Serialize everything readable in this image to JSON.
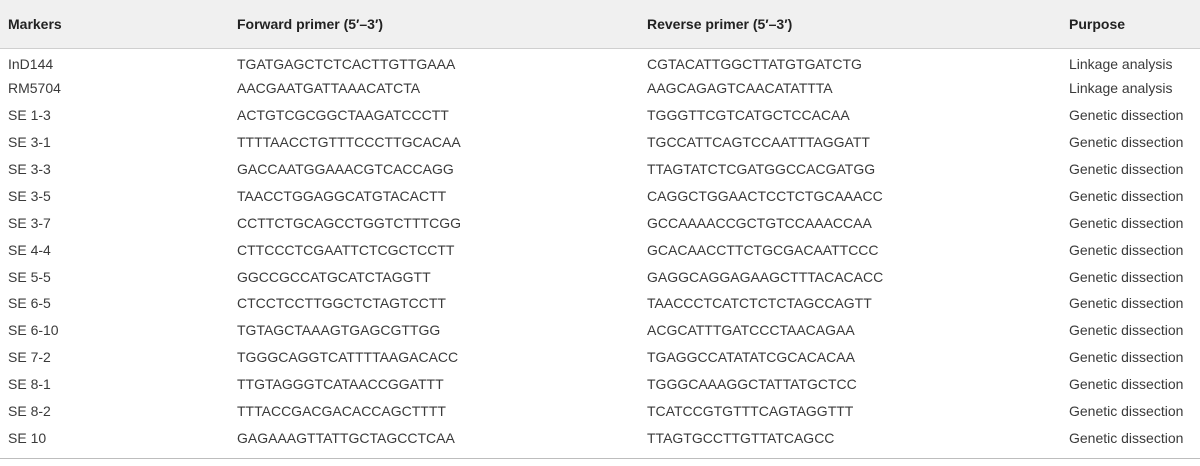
{
  "table": {
    "headers": [
      "Markers",
      "Forward primer (5′–3′)",
      "Reverse primer (5′–3′)",
      "Purpose"
    ],
    "rows": [
      [
        "InD144",
        "TGATGAGCTCTCACTTGTTGAAA",
        "CGTACATTGGCTTATGTGATCTG",
        "Linkage analysis"
      ],
      [
        "RM5704",
        "AACGAATGATTAAACATCTA",
        "AAGCAGAGTCAACATATTTA",
        "Linkage analysis"
      ],
      [
        "SE 1-3",
        "ACTGTCGCGGCTAAGATCCCTT",
        "TGGGTTCGTCATGCTCCACAA",
        "Genetic dissection"
      ],
      [
        "SE 3-1",
        "TTTTAACCTGTTTCCCTTGCACAA",
        "TGCCATTCAGTCCAATTTAGGATT",
        "Genetic dissection"
      ],
      [
        "SE 3-3",
        "GACCAATGGAAACGTCACCAGG",
        "TTAGTATCTCGATGGCCACGATGG",
        "Genetic dissection"
      ],
      [
        "SE 3-5",
        "TAACCTGGAGGCATGTACACTT",
        "CAGGCTGGAACTCCTCTGCAAACC",
        "Genetic dissection"
      ],
      [
        "SE 3-7",
        "CCTTCTGCAGCCTGGTCTTTCGG",
        "GCCAAAACCGCTGTCCAAACCAA",
        "Genetic dissection"
      ],
      [
        "SE 4-4",
        "CTTCCCTCGAATTCTCGCTCCTT",
        "GCACAACCTTCTGCGACAATTCCC",
        "Genetic dissection"
      ],
      [
        "SE 5-5",
        "GGCCGCCATGCATCTAGGTT",
        "GAGGCAGGAGAAGCTTTACACACC",
        "Genetic dissection"
      ],
      [
        "SE 6-5",
        "CTCCTCCTTGGCTCTAGTCCTT",
        "TAACCCTCATCTCTCTAGCCAGTT",
        "Genetic dissection"
      ],
      [
        "SE 6-10",
        "TGTAGCTAAAGTGAGCGTTGG",
        "ACGCATTTGATCCCTAACAGAA",
        "Genetic dissection"
      ],
      [
        "SE 7-2",
        "TGGGCAGGTCATTTTAAGACACC",
        "TGAGGCCATATATCGCACACAA",
        "Genetic dissection"
      ],
      [
        "SE 8-1",
        "TTGTAGGGTCATAACCGGATTT",
        "TGGGCAAAGGCTATTATGCTCC",
        "Genetic dissection"
      ],
      [
        "SE 8-2",
        "TTTACCGACGACACCAGCTTTT",
        "TCATCCGTGTTTCAGTAGGTTT",
        "Genetic dissection"
      ],
      [
        "SE 10",
        "GAGAAAGTTATTGCTAGCCTCAA",
        "TTAGTGCCTTGTTATCAGCC",
        "Genetic dissection"
      ]
    ]
  }
}
